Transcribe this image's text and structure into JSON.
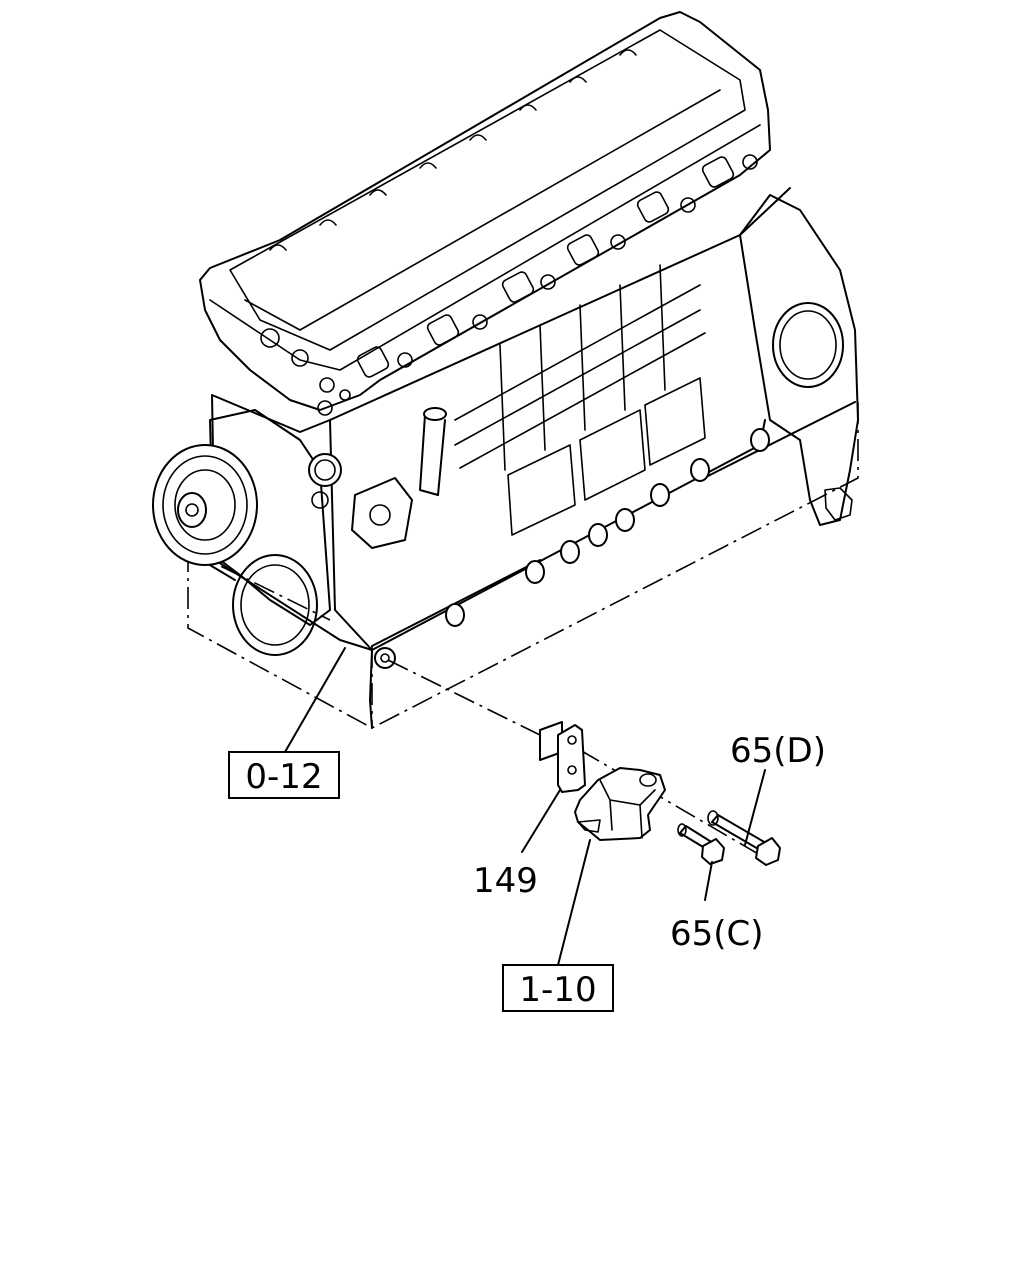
{
  "callouts": {
    "ref_0_12": "0-12",
    "ref_1_10": "1-10",
    "part_149": "149",
    "part_65d": "65(D)",
    "part_65c": "65(C)"
  }
}
